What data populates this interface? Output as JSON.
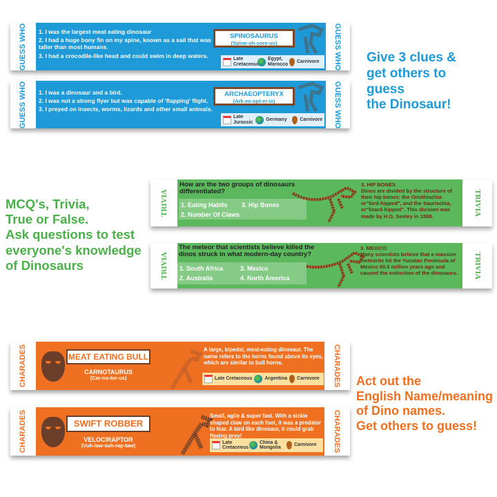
{
  "colors": {
    "blue": "#1e9ad8",
    "green": "#5cb85c",
    "orange": "#f07022"
  },
  "guess_who": {
    "label": "GUESS WHO",
    "blurb": [
      "Give 3 clues &",
      "get others to",
      "guess",
      "the Dinosaur!"
    ],
    "cards": [
      {
        "clues": [
          "1. I was the largest meat eating dinosaur",
          "2. I had a huge bony fin on my spine, known as a sail that was taller than most humans.",
          "3. I had a crocodile-like head and could swim in deep waters."
        ],
        "name": "SPINOSAURUS",
        "pron": "(Spine-oh-sore-us)",
        "period": "Late Cretaceous",
        "location": "Egypt, Morocco",
        "diet": "Carnivore"
      },
      {
        "clues": [
          "1. I was a dinosaur and a bird.",
          "2. I was not a strong flyer but was capable of 'flapping' flight.",
          "3. I preyed on insects, worms, lizards and other small animals."
        ],
        "name": "ARCHAEOPTERYX",
        "pron": "(Ark-ee-opt-er-ix)",
        "period": "Late Jurassic",
        "location": "Germany",
        "diet": "Carnivore"
      }
    ]
  },
  "trivia": {
    "label": "TRIVIA",
    "blurb": [
      "MCQ's, Trivia,",
      "True or False.",
      "Ask questions to test",
      "everyone's knowledge",
      "of Dinosaurs"
    ],
    "cards": [
      {
        "question": "How are the two groups of dinosaurs differentiated?",
        "options": [
          "1. Eating Habits",
          "3. Hip Bones",
          "2. Number Of Claws",
          ""
        ],
        "answer_title": "3. HIP BONES",
        "answer": "Dinos are divided by the structure of their hip bones: the Ornithischia or\"bird-hipped\", and the Saurischia, or\"lizard-hipped\". This division was made by H.G. Seeley in 1888."
      },
      {
        "question": "The meteor that scientists believe killed the dinos struck in what modern-day country?",
        "options": [
          "1. South Africa",
          "3. Mexico",
          "2. Australia",
          "4. North America"
        ],
        "answer_title": "3. MEXICO",
        "answer": "Many scientists believe that a massive meteorite hit the Yucatan Peninsula of Mexico 65.5 million years ago and caused the extinction of the dinosaurs."
      }
    ]
  },
  "charades": {
    "label": "CHARADES",
    "blurb": [
      "Act out the",
      "English Name/meaning",
      "of Dino names.",
      "Get others to guess!"
    ],
    "cards": [
      {
        "meaning": "MEAT EATING BULL",
        "name": "CARNOTAURUS",
        "pron": "(Car-no-tor-us)",
        "desc": "A large, bipedal, meat-eating dinosaur. The name refers to the horns found above its eyes, which are similar to bull horns.",
        "period": "Late Cretaceous",
        "location": "Argentina",
        "diet": "Carnivore"
      },
      {
        "meaning": "SWIFT ROBBER",
        "name": "VELOCIRAPTOR",
        "pron": "(Vuh-law-suh-rap-taw)",
        "desc": "Small, agile & super fast. With a sickle shaped claw on each foot, it was a predator to fear. A bird like dinosaur, it could grab fleeing prey!",
        "period": "Late Cretaceous",
        "location": "China & Mongolia",
        "diet": "Carnivore"
      }
    ]
  }
}
